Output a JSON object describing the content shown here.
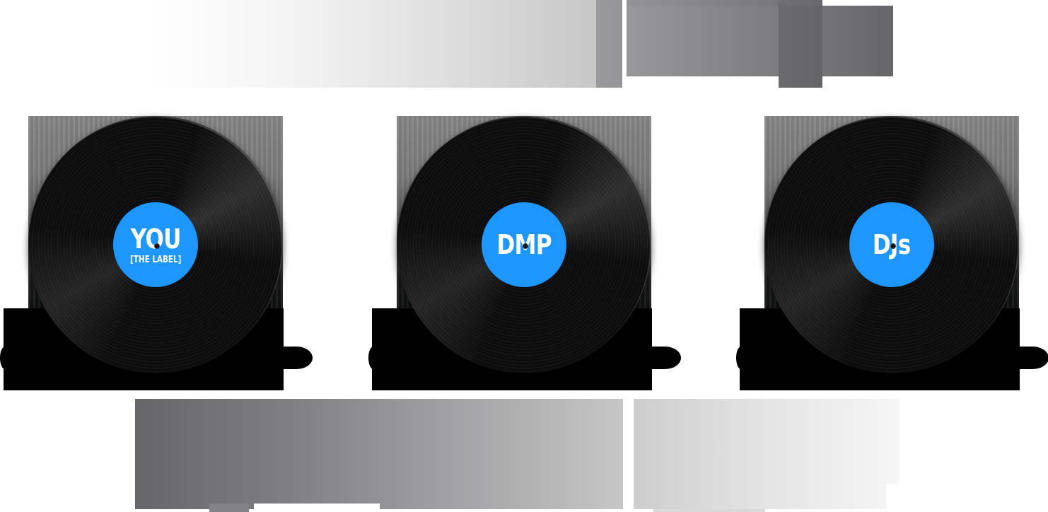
{
  "graphic": {
    "description": "Three vinyl records on black shadow bases between two gradient banners",
    "colors": {
      "label_blue": "#1e96ff",
      "vinyl_black": "#0b0b0b",
      "banner_dark": "#666668",
      "banner_light": "#ffffff",
      "background": "#ffffff"
    }
  },
  "discs": [
    {
      "label_main": "YOU",
      "label_sub": "[THE LABEL]"
    },
    {
      "label_main": "DMP",
      "label_sub": ""
    },
    {
      "label_main": "DJs",
      "label_sub": ""
    }
  ]
}
